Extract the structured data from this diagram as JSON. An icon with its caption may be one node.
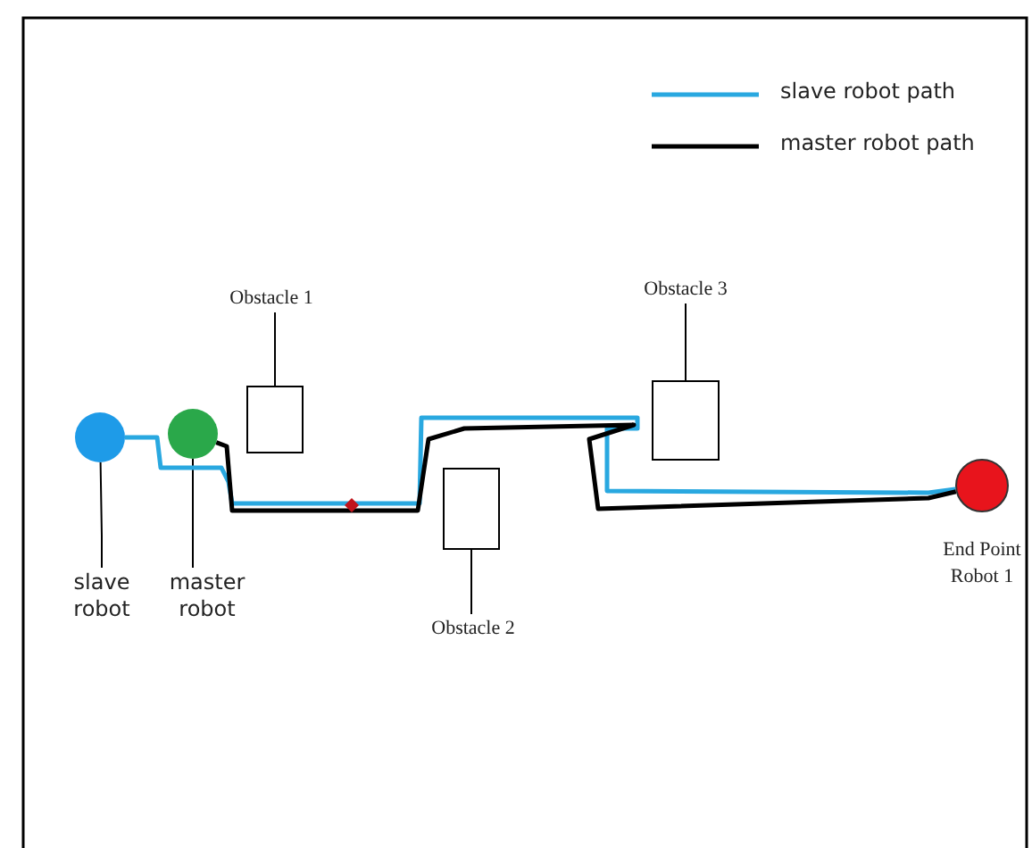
{
  "diagram": {
    "nodes": [
      {
        "text": [
          "Obstacle 1"
        ]
      },
      {
        "text": [
          "Obstacle 3"
        ]
      },
      {
        "text": [],
        "shape": "box"
      },
      {
        "text": [],
        "shape": "box"
      },
      {
        "text": [],
        "shape": "circle"
      },
      {
        "text": [],
        "shape": "circle"
      },
      {
        "text": [],
        "shape": "box"
      },
      {
        "text": [],
        "shape": "circle",
        "beside": [
          "End Point Robot 1"
        ]
      },
      {
        "text": [
          "slave robot"
        ]
      },
      {
        "text": [
          "master robot"
        ]
      },
      {
        "text": [
          "Obstacle 2"
        ]
      }
    ],
    "edges": [
      {
        "from": 0,
        "to": 2,
        "arrow": "none"
      },
      {
        "from": 1,
        "to": 3,
        "arrow": "none"
      },
      {
        "from": 10,
        "to": 6,
        "arrow": "none"
      },
      {
        "from": 8,
        "to": 4,
        "arrow": "none"
      },
      {
        "from": 9,
        "to": 5,
        "arrow": "none"
      },
      {
        "from": 4,
        "to": 7,
        "arrow": "none",
        "style": "thick",
        "color": "#29a8e0"
      },
      {
        "from": 5,
        "to": 7,
        "arrow": "none",
        "style": "thick"
      }
    ],
    "legend": [
      {
        "text": "slave robot path"
      },
      {
        "text": "master robot path"
      }
    ]
  }
}
